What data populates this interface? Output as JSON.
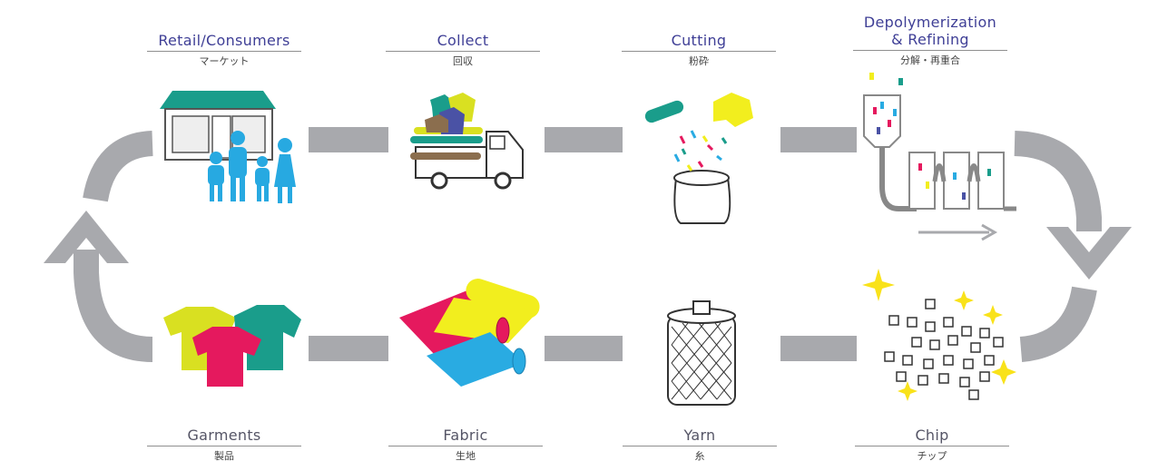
{
  "colors": {
    "arrow_gray": "#a8a9ad",
    "title_blue": "#3f3f96",
    "family_blue": "#27a9e1",
    "magenta": "#e5195e",
    "yellow": "#f2ee1e",
    "cyan": "#29abe2",
    "teal": "#1a9d8b",
    "lime": "#d9e021",
    "sparkle": "#f9e21a"
  },
  "steps": {
    "retail": {
      "en": "Retail/Consumers",
      "ja": "マーケット",
      "icon": "store-family-icon"
    },
    "collect": {
      "en": "Collect",
      "ja": "回収",
      "icon": "truck-icon"
    },
    "cutting": {
      "en": "Cutting",
      "ja": "粉砕",
      "icon": "shredder-icon"
    },
    "depoly": {
      "en": "Depolymerization",
      "en2": "& Refining",
      "ja": "分解・再重合",
      "icon": "reactor-icon"
    },
    "chip": {
      "en": "Chip",
      "ja": "チップ",
      "icon": "chips-icon"
    },
    "yarn": {
      "en": "Yarn",
      "ja": "糸",
      "icon": "yarn-spool-icon"
    },
    "fabric": {
      "en": "Fabric",
      "ja": "生地",
      "icon": "fabric-rolls-icon"
    },
    "garments": {
      "en": "Garments",
      "ja": "製品",
      "icon": "tshirts-icon"
    }
  }
}
